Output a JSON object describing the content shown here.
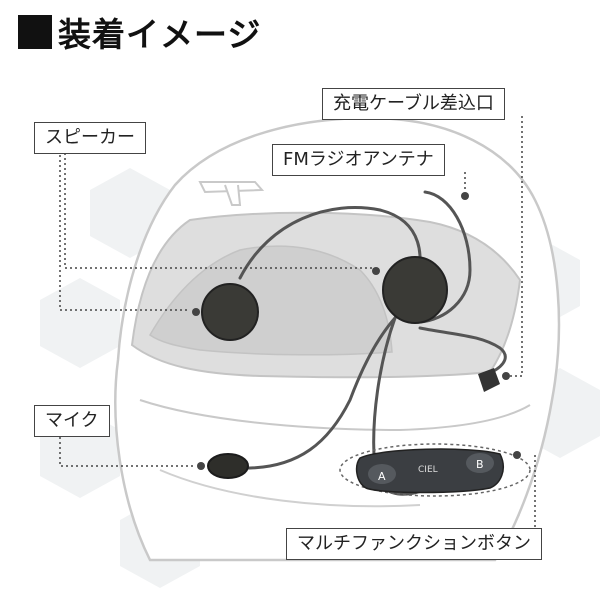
{
  "title": "装着イメージ",
  "labels": {
    "charge_port": "充電ケーブル差込口",
    "fm_antenna": "FMラジオアンテナ",
    "speaker": "スピーカー",
    "mic": "マイク",
    "multi_button": "マルチファンクションボタン"
  },
  "device": {
    "button_a": "A",
    "button_b": "B",
    "brand": "CIEL"
  },
  "colors": {
    "outline": "#444444",
    "device_body": "#3b3e42",
    "speaker": "#3a3a36",
    "helmet_stroke": "#c9c9c9"
  }
}
